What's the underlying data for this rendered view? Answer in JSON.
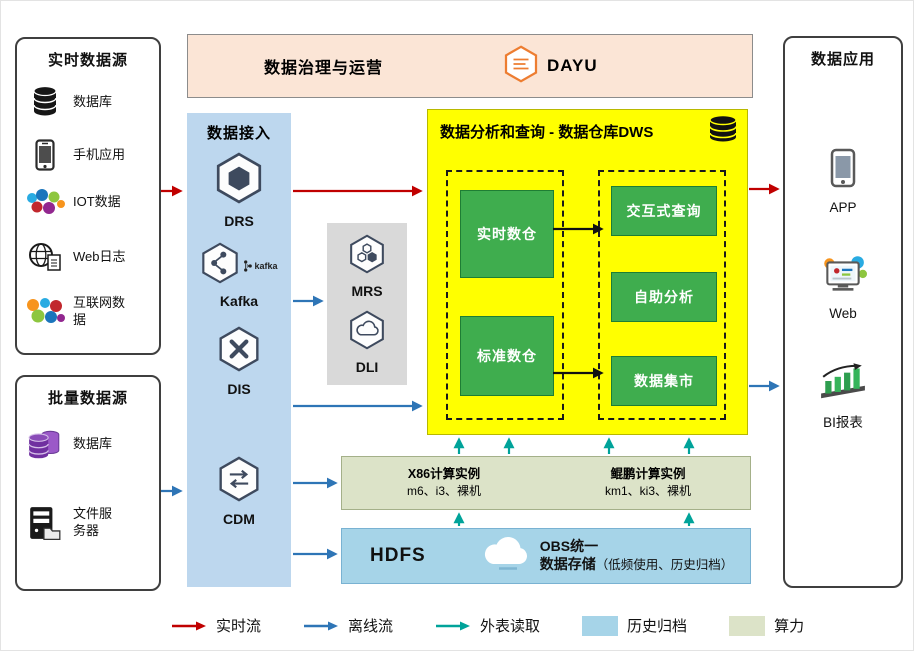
{
  "governance": {
    "title": "数据治理与运营",
    "product": "DAYU"
  },
  "realtime_sources": {
    "title": "实时数据源",
    "items": [
      {
        "label": "数据库",
        "icon": "database-icon"
      },
      {
        "label": "手机应用",
        "icon": "mobile-app-icon"
      },
      {
        "label": "IOT数据",
        "icon": "iot-icon"
      },
      {
        "label": "Web日志",
        "icon": "web-log-icon"
      },
      {
        "label": "互联网数据",
        "icon": "internet-data-icon"
      }
    ]
  },
  "batch_sources": {
    "title": "批量数据源",
    "items": [
      {
        "label": "数据库",
        "icon": "database-purple-icon"
      },
      {
        "label": "文件服务器",
        "icon": "file-server-icon"
      }
    ]
  },
  "ingestion": {
    "title": "数据接入",
    "services": [
      {
        "name": "DRS",
        "icon": "drs-icon"
      },
      {
        "name": "Kafka",
        "icon": "kafka-icon",
        "badge": "kafka"
      },
      {
        "name": "DIS",
        "icon": "dis-icon"
      },
      {
        "name": "CDM",
        "icon": "cdm-icon"
      }
    ]
  },
  "processing": {
    "services": [
      {
        "name": "MRS",
        "icon": "mrs-icon"
      },
      {
        "name": "DLI",
        "icon": "dli-icon"
      }
    ]
  },
  "dws": {
    "title": "数据分析和查询 - 数据仓库DWS",
    "left_group": [
      "实时数仓",
      "标准数仓"
    ],
    "right_group": [
      "交互式查询",
      "自助分析",
      "数据集市"
    ]
  },
  "compute": {
    "x86": {
      "title": "X86计算实例",
      "subtitle": "m6、i3、裸机"
    },
    "kunpeng": {
      "title": "鲲鹏计算实例",
      "subtitle": "km1、ki3、裸机"
    }
  },
  "storage": {
    "hdfs_label": "HDFS",
    "obs_line1": "OBS统一",
    "obs_line2": "数据存储",
    "obs_note": "（低频使用、历史归档）"
  },
  "applications": {
    "title": "数据应用",
    "items": [
      {
        "label": "APP",
        "icon": "app-phone-icon"
      },
      {
        "label": "Web",
        "icon": "web-monitor-icon"
      },
      {
        "label": "BI报表",
        "icon": "bi-report-icon"
      }
    ]
  },
  "legend": {
    "items": [
      {
        "label": "实时流",
        "type": "arrow",
        "color": "#c00000"
      },
      {
        "label": "离线流",
        "type": "arrow",
        "color": "#2e75b6"
      },
      {
        "label": "外表读取",
        "type": "arrow",
        "color": "#00a39a"
      },
      {
        "label": "历史归档",
        "type": "swatch",
        "color": "#a6d4e8"
      },
      {
        "label": "算力",
        "type": "swatch",
        "color": "#dce3c8"
      }
    ]
  },
  "colors": {
    "dws_bg": "#ffff00",
    "green_box": "#3fad4e",
    "ingest_bg": "#bdd7ee",
    "banner_bg": "#fbe5d6",
    "gray_box": "#d9d9d9",
    "archive_bg": "#a6d4e8",
    "compute_bg": "#dce3c8"
  }
}
